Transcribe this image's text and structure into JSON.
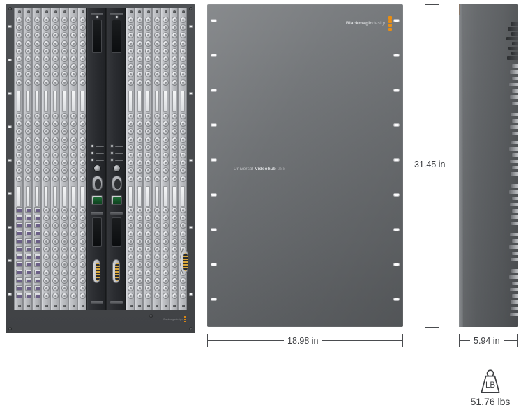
{
  "product": {
    "brand_text_bold": "Blackmagic",
    "brand_text_light": "design",
    "brand_mark": "blackmagic-four-dot-logo",
    "model_prefix": "Universal ",
    "model_name": "Videohub",
    "model_number": " 288",
    "rear_brand_bold": "Blackmagicdesign"
  },
  "views": {
    "rear": {
      "name": "Rear view",
      "alt": "rear connector panel with BNC interface cards"
    },
    "front": {
      "name": "Front view",
      "alt": "front rack panel"
    },
    "side": {
      "name": "Side view",
      "alt": "side profile"
    }
  },
  "dimensions": {
    "height": {
      "value": "31.45 in",
      "axis": "height",
      "orientation": "vertical"
    },
    "width": {
      "value": "18.98 in",
      "axis": "width",
      "orientation": "horizontal"
    },
    "depth": {
      "value": "5.94 in",
      "axis": "depth",
      "orientation": "horizontal"
    }
  },
  "weight": {
    "icon": "weight-lb-icon",
    "icon_text": "LB",
    "value": "51.76 lbs"
  },
  "colors": {
    "accent_orange": "#e98e12",
    "chassis_front": "#6e7174",
    "chassis_rear": "#47494c",
    "card_light": "#c3c5c9",
    "line": "#4a4c4f",
    "text": "#3c3e41",
    "background": "#ffffff"
  }
}
